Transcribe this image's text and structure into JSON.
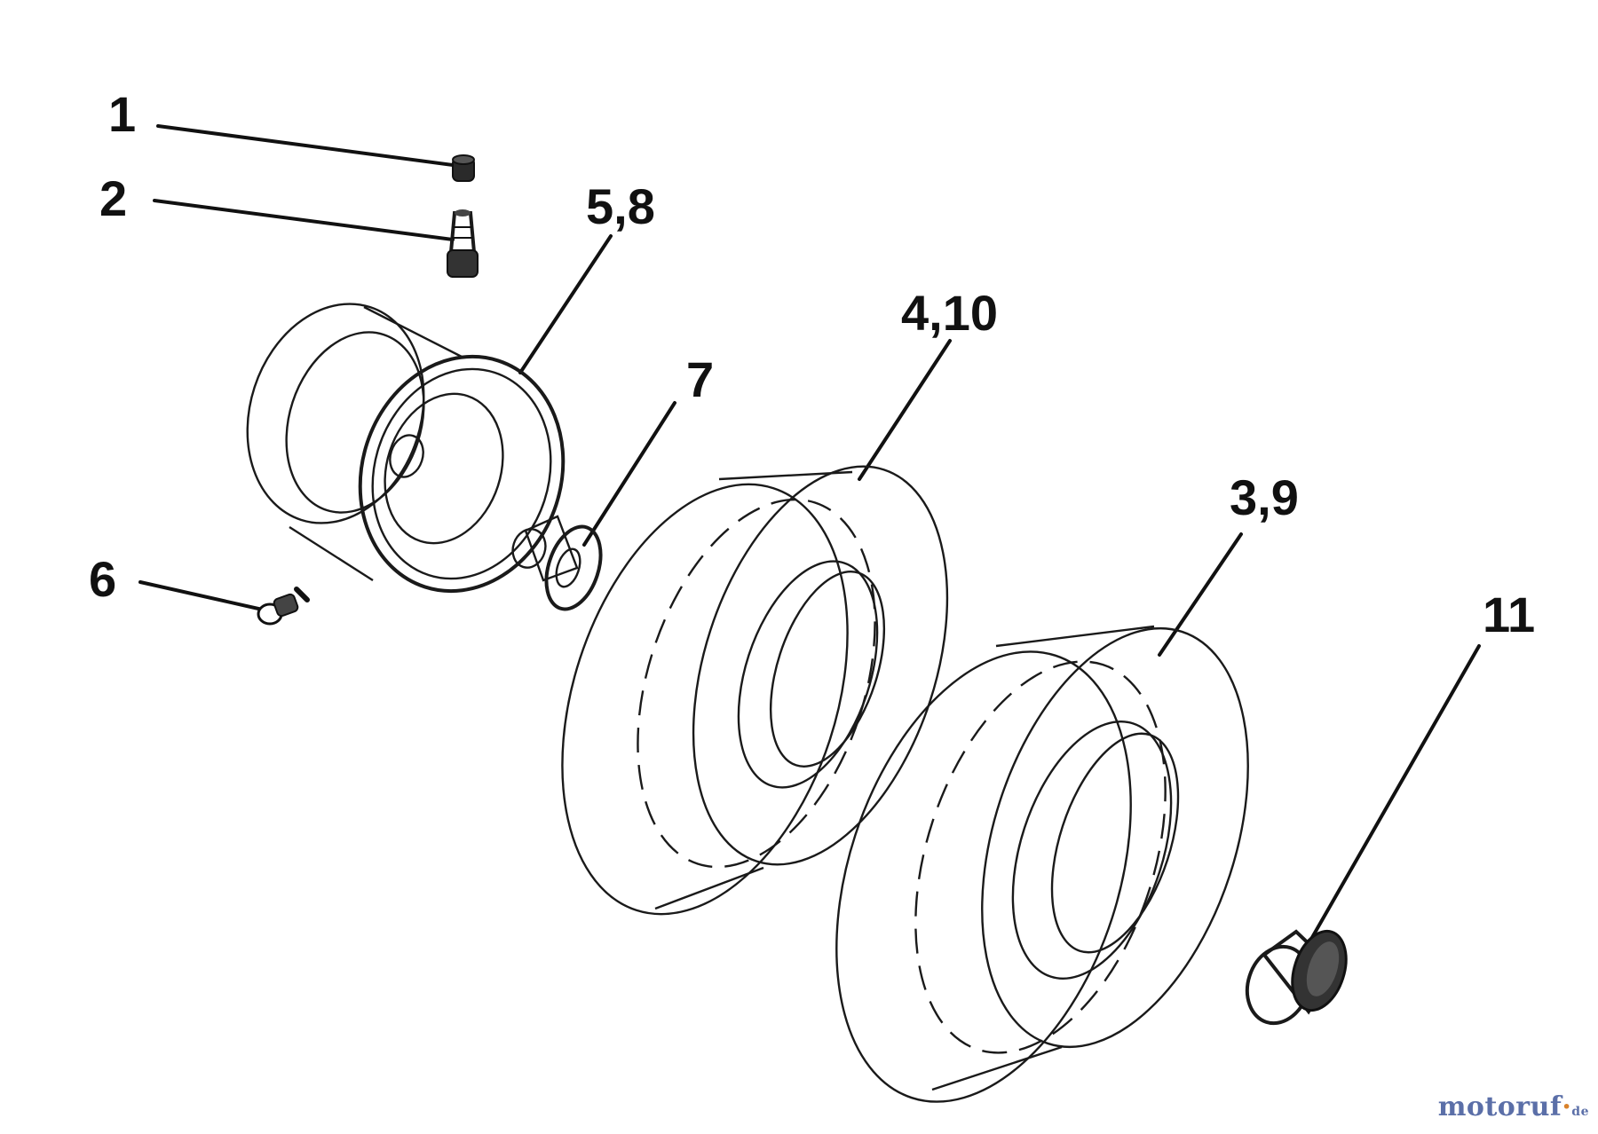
{
  "callouts": {
    "c1": "1",
    "c2": "2",
    "c58": "5,8",
    "c410": "4,10",
    "c7": "7",
    "c39": "3,9",
    "c6": "6",
    "c11": "11"
  },
  "watermark": {
    "main": "motoruf",
    "dot": "·",
    "suffix": "de"
  },
  "colors": {
    "ink": "#111111",
    "watermark_blue": "#5b6fa8",
    "watermark_orange": "#d9822b"
  }
}
